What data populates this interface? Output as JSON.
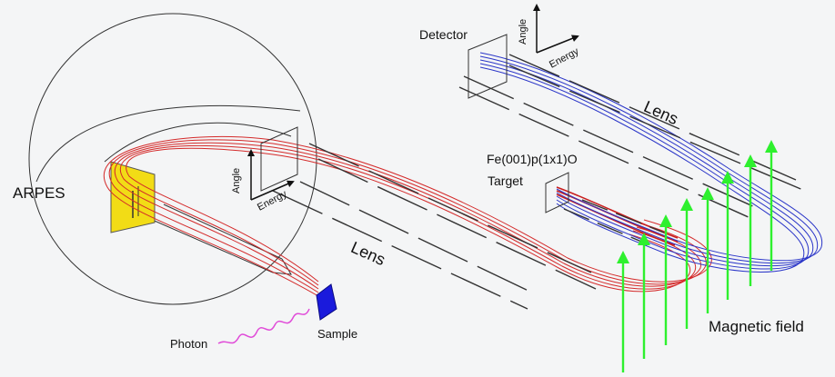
{
  "labels": {
    "arpes": "ARPES",
    "photon": "Photon",
    "sample": "Sample",
    "lens_1": "Lens",
    "lens_2": "Lens",
    "detector": "Detector",
    "target_name": "Fe(001)p(1x1)O",
    "target": "Target",
    "magnetic_field": "Magnetic field",
    "axis_energy_1": "Energy",
    "axis_angle_1": "Angle",
    "axis_energy_2": "Energy",
    "axis_angle_2": "Angle"
  },
  "colors": {
    "background": "#f4f5f6",
    "outline": "#333333",
    "electron_path_red": "#d42a2a",
    "electron_path_blue": "#2a35c8",
    "magnetic_field_arrow": "#2ef02e",
    "photon_wave": "#e04ad8",
    "sample": "#1a1adc",
    "arpes_detector_plate": "#f2dc16"
  },
  "icons": [
    "sample-crystal",
    "photon-wave",
    "magnetic-field-arrows",
    "axis-arrows"
  ]
}
